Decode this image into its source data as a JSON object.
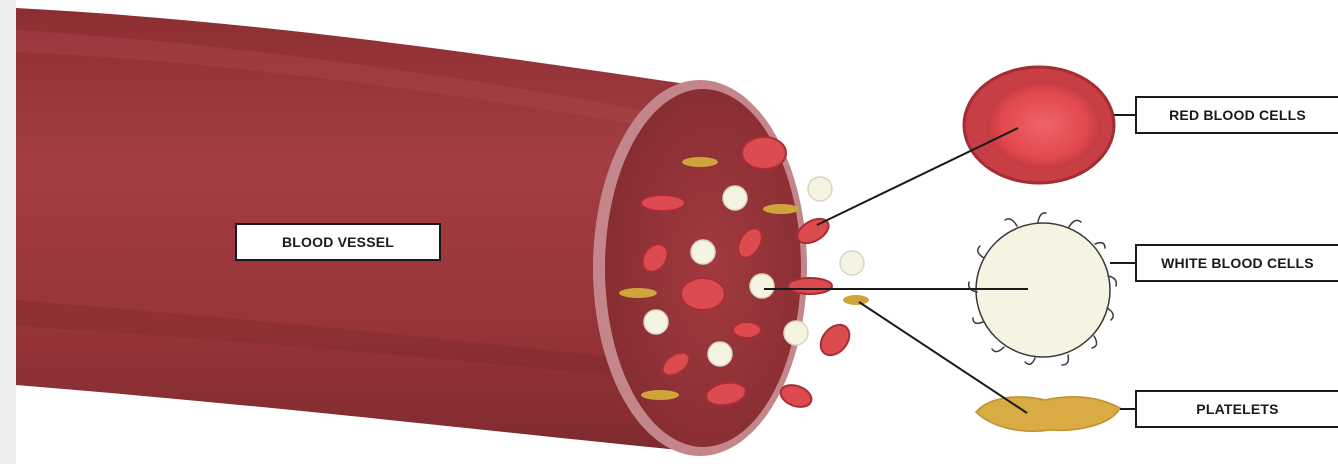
{
  "labels": {
    "blood_vessel": "BLOOD VESSEL",
    "red_blood_cells": "RED BLOOD CELLS",
    "white_blood_cells": "WHITE BLOOD CELLS",
    "platelets": "PLATELETS"
  },
  "colors": {
    "vessel_dark": "#8e2f34",
    "vessel_light": "#a23d42",
    "vessel_rim": "#c4868a",
    "red_cell": "#dc4b50",
    "red_cell_center": "#ea6a6e",
    "white_cell": "#f5f3e1",
    "platelet": "#cfa43a",
    "leader_line": "#1a1a1a"
  }
}
